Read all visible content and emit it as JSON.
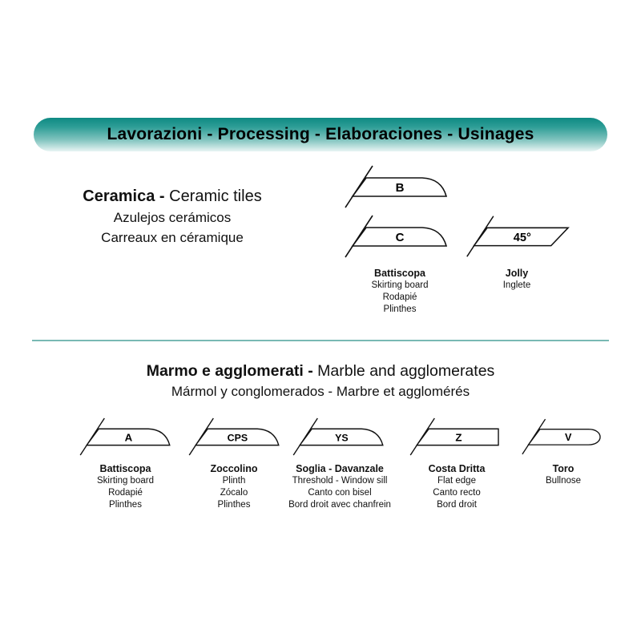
{
  "banner": {
    "title": "Lavorazioni - Processing - Elaboraciones - Usinages"
  },
  "colors": {
    "accent_teal": "#1f938c",
    "divider": "#79b9b4",
    "text": "#111111"
  },
  "ceramica": {
    "title_bold": "Ceramica -",
    "title_regular": " Ceramic tiles",
    "subtitle_es": "Azulejos cerámicos",
    "subtitle_fr": "Carreaux en céramique",
    "profile_b": {
      "letter": "B",
      "shape": "quarter-round-edge"
    },
    "profile_c": {
      "letter": "C",
      "shape": "quarter-round-edge",
      "labels": [
        "Battiscopa",
        "Skirting board",
        "Rodapié",
        "Plinthes"
      ]
    },
    "profile_jolly": {
      "letter": "45°",
      "shape": "45-degree-miter-edge",
      "labels": [
        "Jolly",
        "Inglete"
      ]
    }
  },
  "marmo": {
    "title_bold": "Marmo e agglomerati -",
    "title_regular": " Marble and agglomerates",
    "subtitle": "Mármol y conglomerados - Marbre et agglomérés",
    "profiles": [
      {
        "letter": "A",
        "shape": "quarter-round-edge",
        "labels": [
          "Battiscopa",
          "Skirting board",
          "Rodapié",
          "Plinthes"
        ]
      },
      {
        "letter": "CPS",
        "shape": "quarter-round-edge",
        "labels": [
          "Zoccolino",
          "Plinth",
          "Zócalo",
          "Plinthes"
        ]
      },
      {
        "letter": "YS",
        "shape": "quarter-round-edge",
        "labels": [
          "Soglia - Davanzale",
          "Threshold - Window sill",
          "Canto con bisel",
          "Bord droit avec chanfrein"
        ]
      },
      {
        "letter": "Z",
        "shape": "flat-edge",
        "labels": [
          "Costa Dritta",
          "Flat edge",
          "Canto recto",
          "Bord droit"
        ]
      },
      {
        "letter": "V",
        "shape": "bullnose-edge",
        "labels": [
          "Toro",
          "Bullnose"
        ]
      }
    ]
  }
}
